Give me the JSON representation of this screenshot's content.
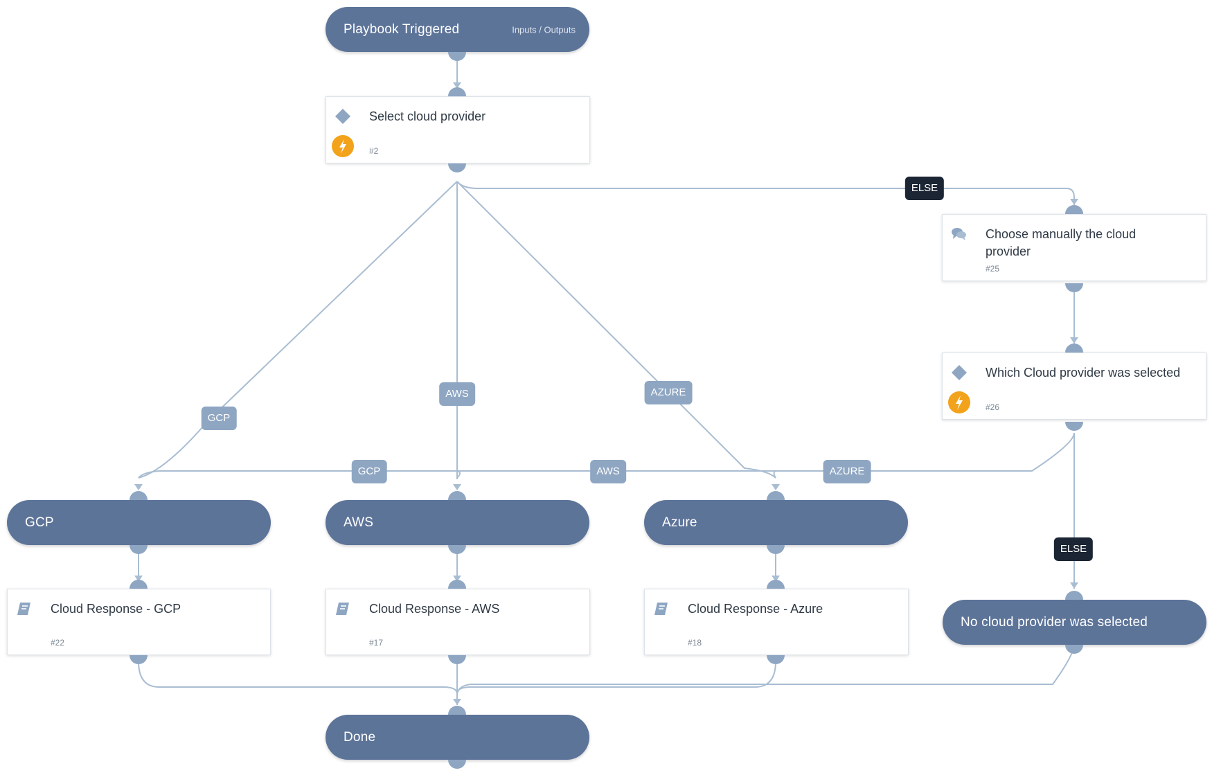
{
  "colors": {
    "section": "#5d7499",
    "port": "#8ea6c2",
    "edge": "#a9bdd2",
    "condition_label": "#8ea6c2",
    "else_label": "#1b2533",
    "bolt": "#f2a31b"
  },
  "sections": {
    "start": {
      "title": "Playbook Triggered",
      "io": "Inputs / Outputs"
    },
    "gcp": {
      "title": "GCP"
    },
    "aws": {
      "title": "AWS"
    },
    "azure": {
      "title": "Azure"
    },
    "none": {
      "title": "No cloud provider was selected"
    },
    "done": {
      "title": "Done"
    }
  },
  "tasks": {
    "select": {
      "title": "Select cloud provider",
      "num": "#2",
      "icon": "diamond-condition-icon",
      "auto": true
    },
    "manual": {
      "title": "Choose manually the cloud provider",
      "num": "#25",
      "icon": "chat-bubbles-icon"
    },
    "which": {
      "title": "Which Cloud provider was selected",
      "num": "#26",
      "icon": "diamond-condition-icon",
      "auto": true
    },
    "resp_gcp": {
      "title": "Cloud Response - GCP",
      "num": "#22",
      "icon": "playbook-book-icon"
    },
    "resp_aws": {
      "title": "Cloud Response - AWS",
      "num": "#17",
      "icon": "playbook-book-icon"
    },
    "resp_azure": {
      "title": "Cloud Response - Azure",
      "num": "#18",
      "icon": "playbook-book-icon"
    }
  },
  "labels": {
    "gcp_1": "GCP",
    "aws_1": "AWS",
    "azure_1": "AZURE",
    "else_1": "ELSE",
    "gcp_2": "GCP",
    "aws_2": "AWS",
    "azure_2": "AZURE",
    "else_2": "ELSE"
  }
}
